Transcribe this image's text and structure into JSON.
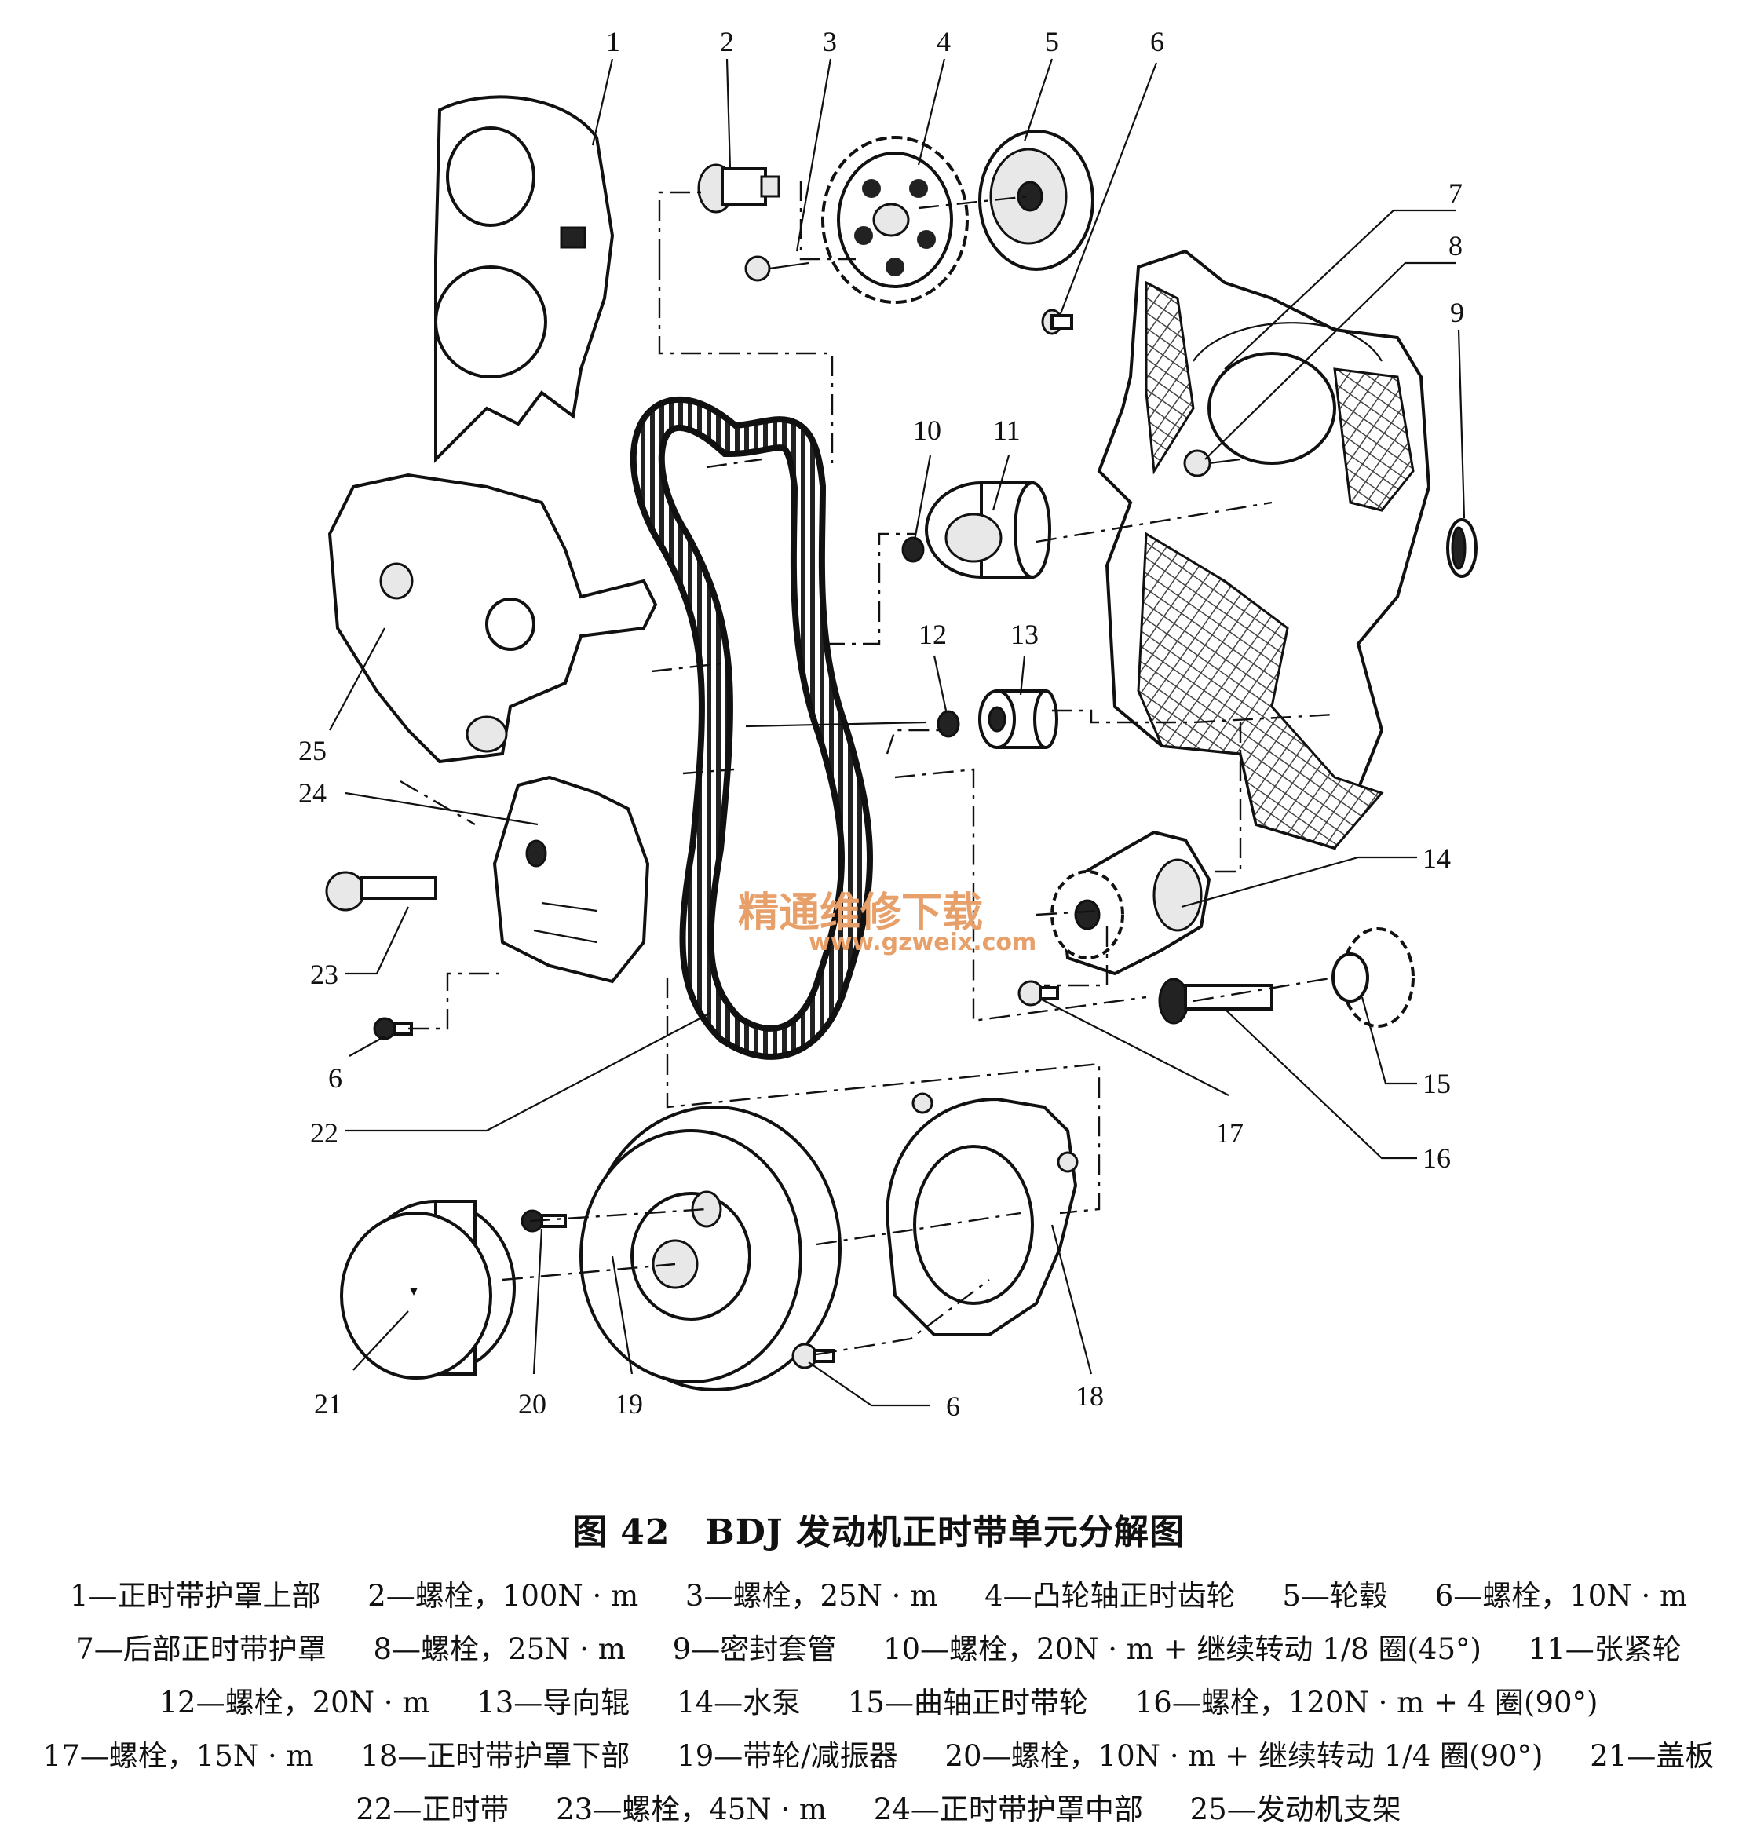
{
  "title": "图 42　BDJ 发动机正时带单元分解图",
  "labels": {
    "l1": "1",
    "l2": "2",
    "l3": "3",
    "l4": "4",
    "l5": "5",
    "l6a": "6",
    "l7": "7",
    "l8": "8",
    "l9": "9",
    "l10": "10",
    "l11": "11",
    "l12": "12",
    "l13": "13",
    "l14": "14",
    "l15": "15",
    "l16": "16",
    "l17": "17",
    "l18": "18",
    "l19": "19",
    "l20": "20",
    "l21": "21",
    "l22": "22",
    "l23": "23",
    "l24": "24",
    "l25": "25",
    "l6b": "6",
    "l6c": "6"
  },
  "watermark": {
    "cn": "精通维修下载",
    "url": "www.gzweix.com"
  },
  "legend": [
    "1—正时带护罩上部",
    "2—螺栓，100N · m",
    "3—螺栓，25N · m",
    "4—凸轮轴正时齿轮",
    "5—轮毂",
    "6—螺栓，10N · m",
    "7—后部正时带护罩",
    "8—螺栓，25N · m",
    "9—密封套管",
    "10—螺栓，20N · m + 继续转动 1/8 圈(45°)",
    "11—张紧轮",
    "12—螺栓，20N · m",
    "13—导向辊",
    "14—水泵",
    "15—曲轴正时带轮",
    "16—螺栓，120N · m + 4 圈(90°)",
    "17—螺栓，15N · m",
    "18—正时带护罩下部",
    "19—带轮/减振器",
    "20—螺栓，10N · m + 继续转动 1/4 圈(90°)",
    "21—盖板",
    "22—正时带",
    "23—螺栓，45N · m",
    "24—正时带护罩中部",
    "25—发动机支架"
  ]
}
